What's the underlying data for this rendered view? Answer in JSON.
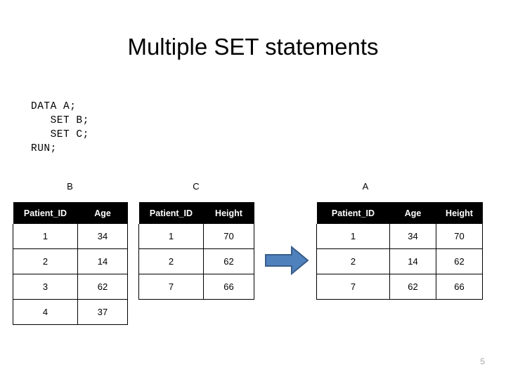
{
  "slide": {
    "title": "Multiple SET statements",
    "page_number": "5",
    "background_color": "#ffffff"
  },
  "code": {
    "name": "sas-data-step-code",
    "text": "DATA A;\n   SET B;\n   SET C;\nRUN;",
    "lines": [
      "DATA A;",
      "   SET B;",
      "   SET C;",
      "RUN;"
    ]
  },
  "arrow": {
    "name": "right-arrow",
    "direction": "right",
    "fill_color": "#4f81bd",
    "border_color": "#385d8a"
  },
  "tables": [
    {
      "id": "table-b",
      "caption": "B",
      "headers": [
        "Patient_ID",
        "Age"
      ],
      "rows": [
        [
          "1",
          "34"
        ],
        [
          "2",
          "14"
        ],
        [
          "3",
          "62"
        ],
        [
          "4",
          "37"
        ]
      ],
      "header_bg": "#000000",
      "header_fg": "#ffffff"
    },
    {
      "id": "table-c",
      "caption": "C",
      "headers": [
        "Patient_ID",
        "Height"
      ],
      "rows": [
        [
          "1",
          "70"
        ],
        [
          "2",
          "62"
        ],
        [
          "7",
          "66"
        ]
      ],
      "header_bg": "#000000",
      "header_fg": "#ffffff"
    },
    {
      "id": "table-a",
      "caption": "A",
      "headers": [
        "Patient_ID",
        "Age",
        "Height"
      ],
      "rows": [
        [
          "1",
          "34",
          "70"
        ],
        [
          "2",
          "14",
          "62"
        ],
        [
          "7",
          "62",
          "66"
        ]
      ],
      "header_bg": "#000000",
      "header_fg": "#ffffff"
    }
  ]
}
